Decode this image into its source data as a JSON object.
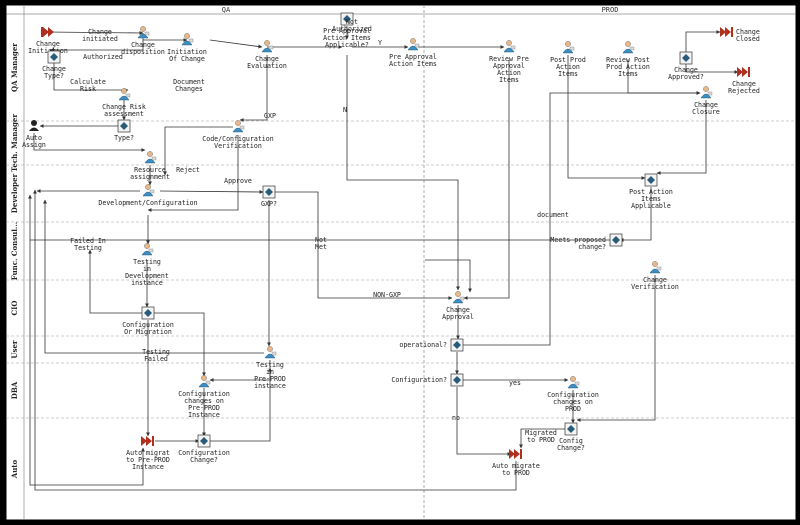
{
  "pools": [
    "QA",
    "PROD"
  ],
  "lanes": [
    "QA Manager",
    "Tech. Manager",
    "Developer",
    "Func. Consul...",
    "CIO",
    "User",
    "DBA",
    "Auto"
  ],
  "nodes": [
    {
      "id": "n1",
      "kind": "start",
      "lines": [
        "Change",
        "Initiation"
      ]
    },
    {
      "id": "n2",
      "kind": "gateway",
      "lines": [
        "Change",
        "Type?"
      ]
    },
    {
      "id": "n3",
      "kind": "task",
      "lines": [
        "Change",
        "disposition"
      ]
    },
    {
      "id": "n4",
      "kind": "task",
      "lines": [
        "Initiation",
        "Of Change"
      ]
    },
    {
      "id": "n5",
      "kind": "task",
      "lines": [
        "Change",
        "Evaluation"
      ]
    },
    {
      "id": "n6",
      "kind": "gateway",
      "lines": [
        "Pre Approval",
        "Action Items",
        "Applicable?"
      ]
    },
    {
      "id": "n7",
      "kind": "task",
      "lines": [
        "Pre Approval",
        "Action Items"
      ]
    },
    {
      "id": "n8",
      "kind": "task",
      "lines": [
        "Review Pre",
        "Approval",
        "Action",
        "Items"
      ]
    },
    {
      "id": "n9",
      "kind": "task",
      "lines": [
        "Post Prod",
        "Action",
        "Items"
      ]
    },
    {
      "id": "n10",
      "kind": "task",
      "lines": [
        "Review Post",
        "Prod Action",
        "Items"
      ]
    },
    {
      "id": "n11",
      "kind": "gateway",
      "lines": [
        "Change",
        "Approved?"
      ]
    },
    {
      "id": "n12",
      "kind": "end",
      "lines": [
        "Change",
        "Closed"
      ]
    },
    {
      "id": "n13",
      "kind": "end",
      "lines": [
        "Change",
        "Rejected"
      ]
    },
    {
      "id": "n14",
      "kind": "task",
      "lines": [
        "Change",
        "Closure"
      ]
    },
    {
      "id": "n15",
      "kind": "task",
      "lines": [
        "Change Risk",
        "assessment"
      ]
    },
    {
      "id": "n16",
      "kind": "gateway",
      "lines": [
        "Type?"
      ]
    },
    {
      "id": "n17",
      "kind": "user",
      "lines": [
        "Auto",
        "Assign"
      ]
    },
    {
      "id": "n18",
      "kind": "task",
      "lines": [
        "Code/Configuration",
        "Verification"
      ]
    },
    {
      "id": "n19",
      "kind": "task",
      "lines": [
        "Resource",
        "assignment"
      ]
    },
    {
      "id": "n20",
      "kind": "task",
      "lines": [
        "Development/Configuration"
      ]
    },
    {
      "id": "n21",
      "kind": "gateway",
      "lines": [
        "GXP?"
      ]
    },
    {
      "id": "n22",
      "kind": "gateway",
      "lines": [
        "Post Action",
        "Items",
        "Applicable"
      ]
    },
    {
      "id": "n23",
      "kind": "gateway",
      "lines": [
        "Meets proposed",
        "change?"
      ]
    },
    {
      "id": "n24",
      "kind": "task",
      "lines": [
        "Change",
        "Verification"
      ]
    },
    {
      "id": "n25",
      "kind": "task",
      "lines": [
        "Testing",
        "in",
        "Development",
        "instance"
      ]
    },
    {
      "id": "n26",
      "kind": "task",
      "lines": [
        "Change",
        "Approval"
      ]
    },
    {
      "id": "n27",
      "kind": "gateway",
      "lines": [
        "Configuration",
        "Or Migration"
      ]
    },
    {
      "id": "n28",
      "kind": "gateway",
      "lines": [
        "operational?"
      ]
    },
    {
      "id": "n29",
      "kind": "task",
      "lines": [
        "Testing",
        "in",
        "Pre-PROD",
        "instance"
      ]
    },
    {
      "id": "n30",
      "kind": "gateway",
      "lines": [
        "Configuration?"
      ]
    },
    {
      "id": "n31",
      "kind": "task",
      "lines": [
        "Configuration",
        "changes on",
        "Pre-PROD",
        "Instance"
      ]
    },
    {
      "id": "n32",
      "kind": "task",
      "lines": [
        "Configuration",
        "changes on",
        "PROD"
      ]
    },
    {
      "id": "n33",
      "kind": "end",
      "lines": [
        "Auto migrat",
        "to Pre-PROD",
        "Instance"
      ]
    },
    {
      "id": "n34",
      "kind": "gateway",
      "lines": [
        "Configuration",
        "Change?"
      ]
    },
    {
      "id": "n35",
      "kind": "gateway",
      "lines": [
        "Config",
        "Change?"
      ]
    },
    {
      "id": "n36",
      "kind": "end",
      "lines": [
        "Auto migrate",
        "to PROD"
      ]
    }
  ],
  "edge_labels": [
    {
      "id": "l1",
      "lines": [
        "Change",
        "initiated"
      ]
    },
    {
      "id": "l2",
      "lines": [
        "Authorized"
      ]
    },
    {
      "id": "l3",
      "lines": [
        "Calculate",
        "Risk"
      ]
    },
    {
      "id": "l4",
      "lines": [
        "Document",
        "Changes"
      ]
    },
    {
      "id": "l5",
      "lines": [
        "Not",
        "Authorized"
      ]
    },
    {
      "id": "l6",
      "lines": [
        "Y"
      ]
    },
    {
      "id": "l7",
      "lines": [
        "N"
      ]
    },
    {
      "id": "l8",
      "lines": [
        "GXP"
      ]
    },
    {
      "id": "l9",
      "lines": [
        "Reject"
      ]
    },
    {
      "id": "l10",
      "lines": [
        "Approve"
      ]
    },
    {
      "id": "l11",
      "lines": [
        "document"
      ]
    },
    {
      "id": "l12",
      "lines": [
        "Failed In",
        "Testing"
      ]
    },
    {
      "id": "l13",
      "lines": [
        "Not",
        "Met"
      ]
    },
    {
      "id": "l14",
      "lines": [
        "NON-GXP"
      ]
    },
    {
      "id": "l15",
      "lines": [
        "Testing",
        "Failed"
      ]
    },
    {
      "id": "l16",
      "lines": [
        "yes"
      ]
    },
    {
      "id": "l17",
      "lines": [
        "no"
      ]
    },
    {
      "id": "l18",
      "lines": [
        "Migrated",
        "to PROD"
      ]
    }
  ],
  "colors": {
    "background": "#ffffff",
    "frame": "#000000",
    "lane_divider": "#999999",
    "task_icon": "#3a8fc7",
    "end_event": "#b03020",
    "gateway": "#2a5c7a"
  }
}
